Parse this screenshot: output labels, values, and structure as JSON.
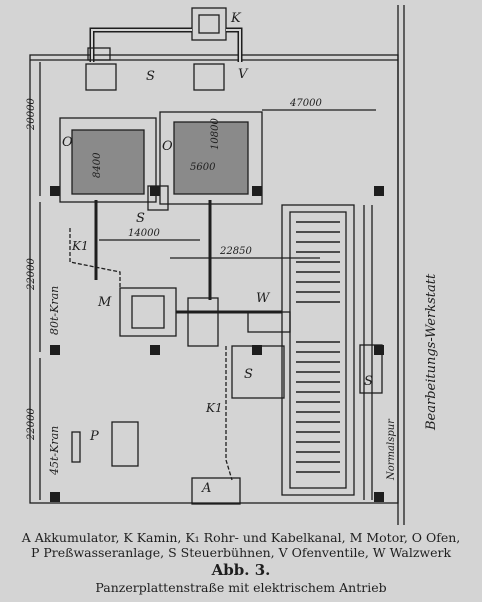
{
  "labels": {
    "K": "K",
    "S_top": "S",
    "V": "V",
    "O_left": "O",
    "O_right": "O",
    "S_mid": "S",
    "K1_left": "K1",
    "M": "M",
    "W": "W",
    "S_bottom": "S",
    "S_right": "S",
    "K1_bottom": "K1",
    "P": "P",
    "A": "A"
  },
  "dimensions": {
    "d20000": "20000",
    "d47000": "47000",
    "d8400": "8400",
    "d10800": "10800",
    "d5600": "5600",
    "d14000": "14000",
    "d22850": "22850",
    "d22000_upper": "22000",
    "d22000_lower": "22000"
  },
  "crane_labels": {
    "upper": "80t-Kran",
    "lower": "45t-Kran"
  },
  "side_labels": {
    "workshop": "Bearbeitungs-Werkstatt",
    "rail": "Normalspur"
  },
  "legend": {
    "line1": "A Akkumulator, K Kamin, K₁ Rohr- und Kabelkanal, M Motor, O Ofen,",
    "line2": "P Preßwasseranlage, S Steuerbühnen, V Ofenventile, W Walzwerk"
  },
  "caption": {
    "title": "Abb. 3.",
    "subtitle": "Panzerplattenstraße mit elektrischem Antrieb"
  },
  "colors": {
    "paper": "#d4d4d4",
    "ink": "#1e1e1e"
  }
}
